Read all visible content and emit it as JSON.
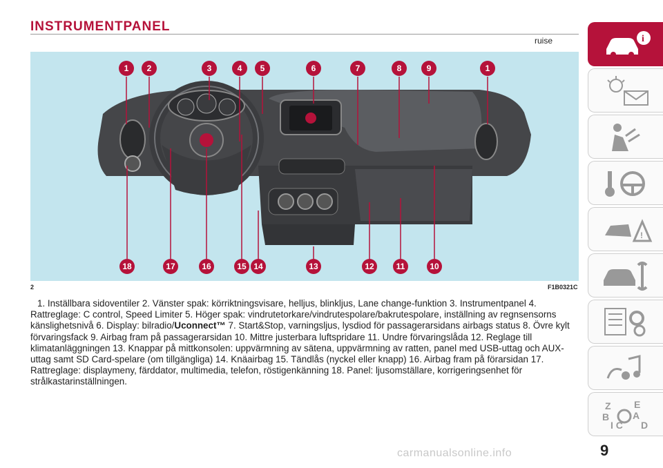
{
  "header": {
    "title": "INSTRUMENTPANEL",
    "subtitle": "ruise"
  },
  "figure": {
    "number": "2",
    "code": "F1B0321C",
    "callouts": [
      "1",
      "2",
      "3",
      "4",
      "5",
      "6",
      "7",
      "8",
      "9",
      "1",
      "18",
      "17",
      "16",
      "15",
      "14",
      "13",
      "12",
      "11",
      "10"
    ]
  },
  "caption": {
    "part1": "1. Inställbara sidoventiler 2. Vänster spak: körriktningsvisare, helljus, blinkljus, Lane change-funktion 3. Instrumentpanel 4. Rattreglage: C control, Speed Limiter 5. Höger spak: vindrutetorkare/vindrutespolare/bakrutespolare, inställning av regnsensorns känslighetsnivå 6. Display: bilradio/",
    "bold": "Uconnect™",
    "part2": " 7. Start&Stop, varningsljus, lysdiod för passagerarsidans airbags status 8. Övre kylt förvaringsfack 9. Airbag fram på passagerarsidan 10. Mittre justerbara luftspridare 11. Undre förvaringslåda 12. Reglage till klimatanläggningen 13. Knappar på mittkonsolen: uppvärmning av sätena, uppvärmning av ratten, panel med USB-uttag och AUX-uttag samt SD Card-spelare (om tillgängliga) 14. Knäairbag 15. Tändlås (nyckel eller knapp) 16. Airbag fram på förarsidan 17. Rattreglage: displaymeny, färddator, multimedia, telefon, röstigenkänning 18. Panel: ljusomställare, korrigeringsenhet för strålkastarinställningen."
  },
  "sidebar": {
    "tabs": [
      {
        "icon": "car-info-icon",
        "active": true
      },
      {
        "icon": "warning-lights-mail-icon",
        "active": false
      },
      {
        "icon": "seat-airbag-icon",
        "active": false
      },
      {
        "icon": "key-steering-icon",
        "active": false
      },
      {
        "icon": "crash-warning-icon",
        "active": false
      },
      {
        "icon": "car-service-icon",
        "active": false
      },
      {
        "icon": "specs-gears-icon",
        "active": false
      },
      {
        "icon": "multimedia-icon",
        "active": false
      },
      {
        "icon": "alphabetical-index-icon",
        "active": false
      }
    ]
  },
  "page_number": "9",
  "watermark": "carmanualsonline.info",
  "colors": {
    "accent": "#b5123a",
    "photo_bg": "#c3e5ee",
    "dashboard": "#3c3d40"
  }
}
